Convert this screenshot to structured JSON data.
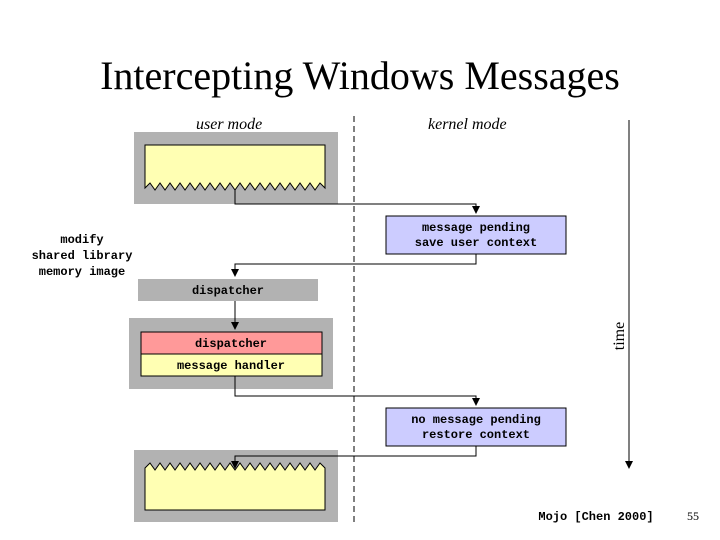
{
  "title": "Intercepting Windows Messages",
  "modes": {
    "user": "user mode",
    "kernel": "kernel mode"
  },
  "kernel_boxes": {
    "pending": [
      "message pending",
      "save user context"
    ],
    "no_pending": [
      "no message pending",
      "restore context"
    ]
  },
  "side_label": [
    "modify",
    "shared library",
    "memory image"
  ],
  "dispatcher_bar": "dispatcher",
  "inner": {
    "dispatcher": "dispatcher",
    "handler": "message handler"
  },
  "time_label": "time",
  "citation": "Mojo [Chen 2000]",
  "page_number": "55",
  "colors": {
    "gray": "#b2b2b2",
    "yellow": "#ffffb3",
    "lavender": "#ccccff",
    "pink": "#ff9999"
  }
}
